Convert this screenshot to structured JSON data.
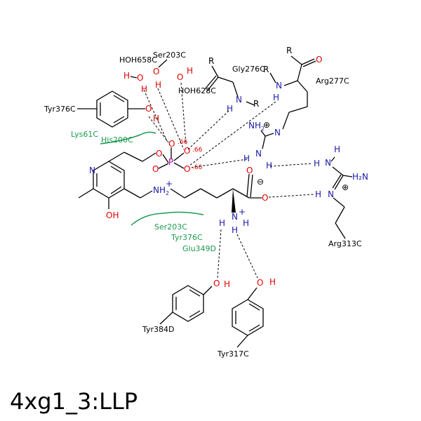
{
  "title": "4xg1_3:LLP",
  "colors": {
    "oxygen": "#e00000",
    "nitrogen": "#1a1aa6",
    "phosphorus": "#b000b0",
    "hydrophobic": "#1e9a50"
  },
  "residues": {
    "hoh658c": "HOH658C",
    "ser203c_top": "Ser203C",
    "gly276c": "Gly276C",
    "hoh628c": "HOH628C",
    "arg277c": "Arg277C",
    "tyr376c_left": "Tyr376C",
    "arg313c": "Arg313C",
    "tyr384d": "Tyr384D",
    "tyr317c": "Tyr317C"
  },
  "hydrophobic_contacts": {
    "lys61c": "Lys61C",
    "his200c": "His200C",
    "ser203c": "Ser203C",
    "tyr376c": "Tyr376C",
    "glu349d": "Glu349D"
  },
  "distances": {
    "d1": ".66",
    "d2": ".66",
    "d3": ".66"
  },
  "atoms": {
    "O": "O",
    "H": "H",
    "N": "N",
    "P": "P",
    "R": "R",
    "OH": "OH",
    "NH2": "NH",
    "NH2_sub": "2",
    "H2N": "H₂N",
    "NH_plus": "NH",
    "N_plus": "N",
    "plus": "+",
    "plus_circle": "⊕",
    "minus_circle": "⊖"
  }
}
